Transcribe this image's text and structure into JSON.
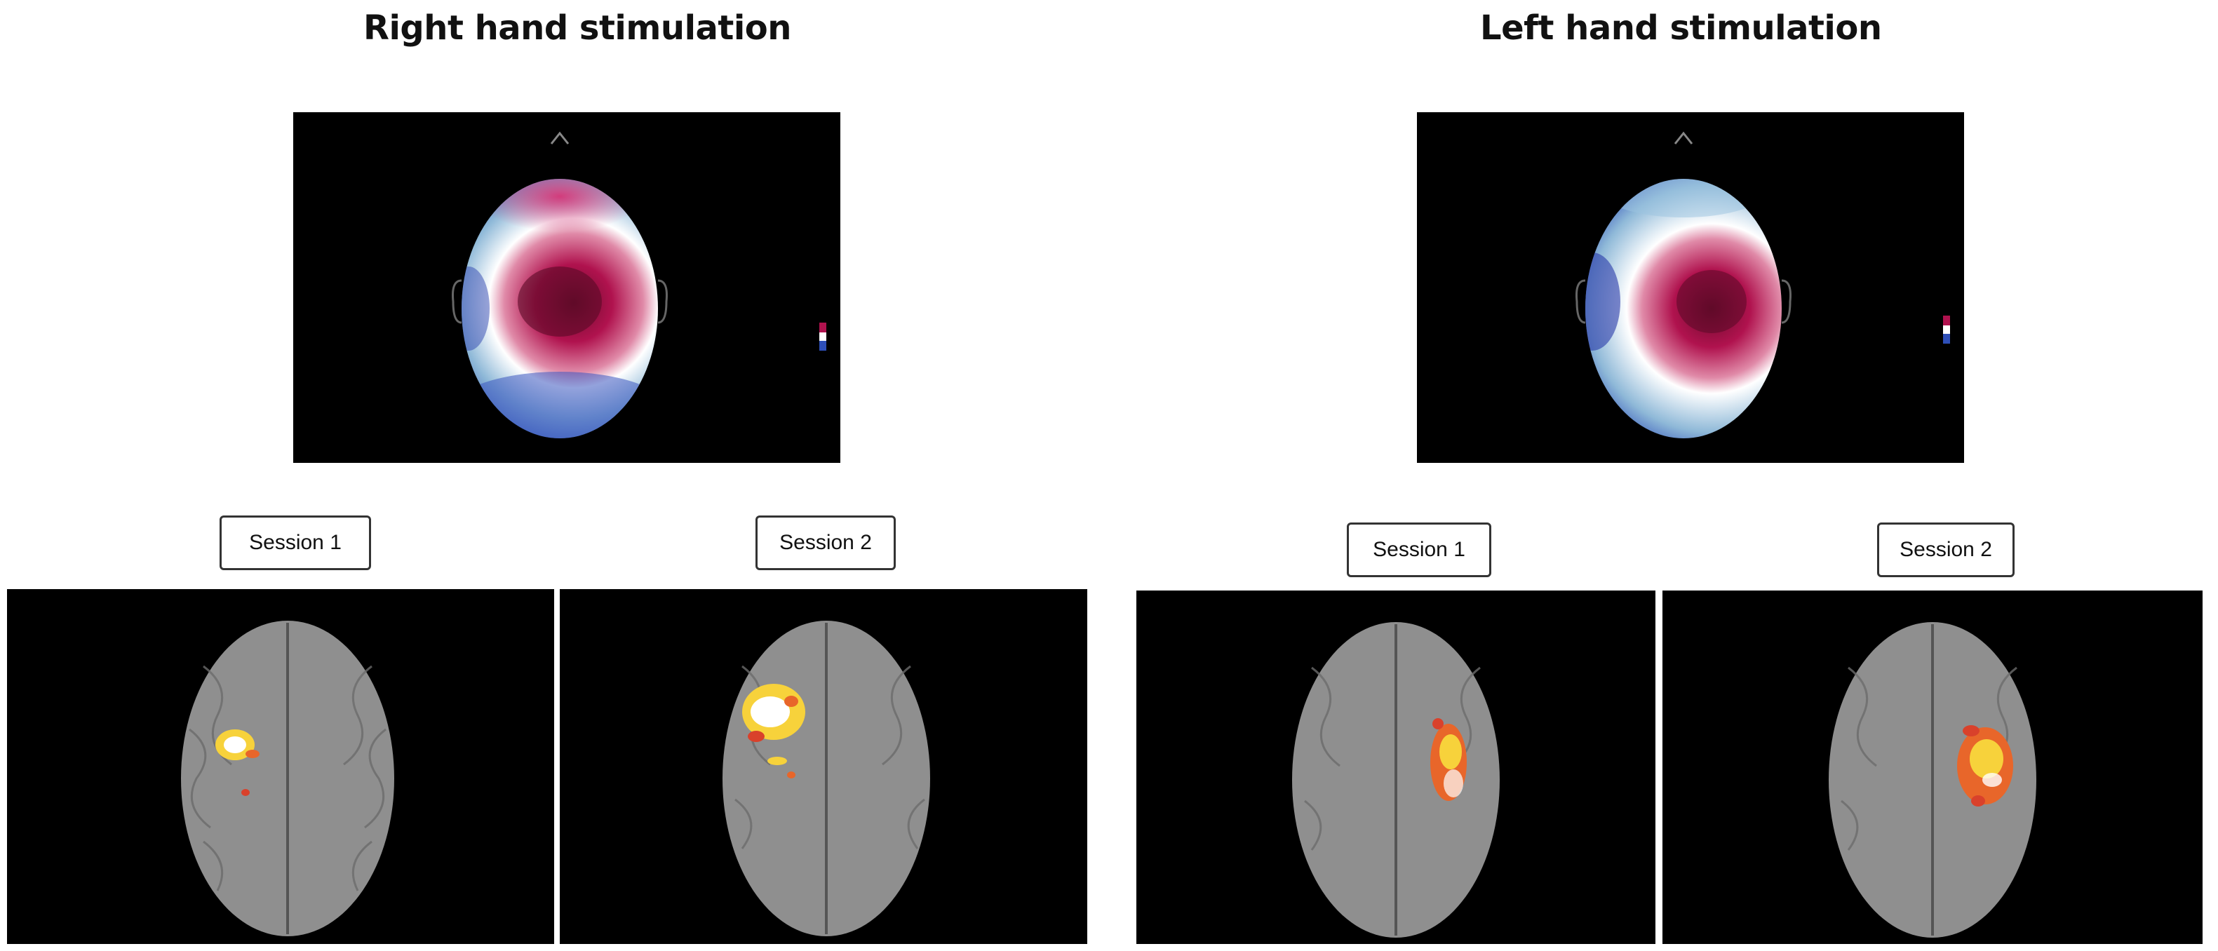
{
  "panels": [
    {
      "title": "Right hand stimulation",
      "sessions": [
        {
          "label": "Session 1"
        },
        {
          "label": "Session 2"
        }
      ]
    },
    {
      "title": "Left hand stimulation",
      "sessions": [
        {
          "label": "Session 1"
        },
        {
          "label": "Session 2"
        }
      ]
    }
  ],
  "colors": {
    "background": "#000000",
    "positive": "#b0124e",
    "negative": "#2e4fb8",
    "neutral": "#ffffff",
    "brain": "#9a9a9a",
    "activation": "#f7d23b"
  }
}
